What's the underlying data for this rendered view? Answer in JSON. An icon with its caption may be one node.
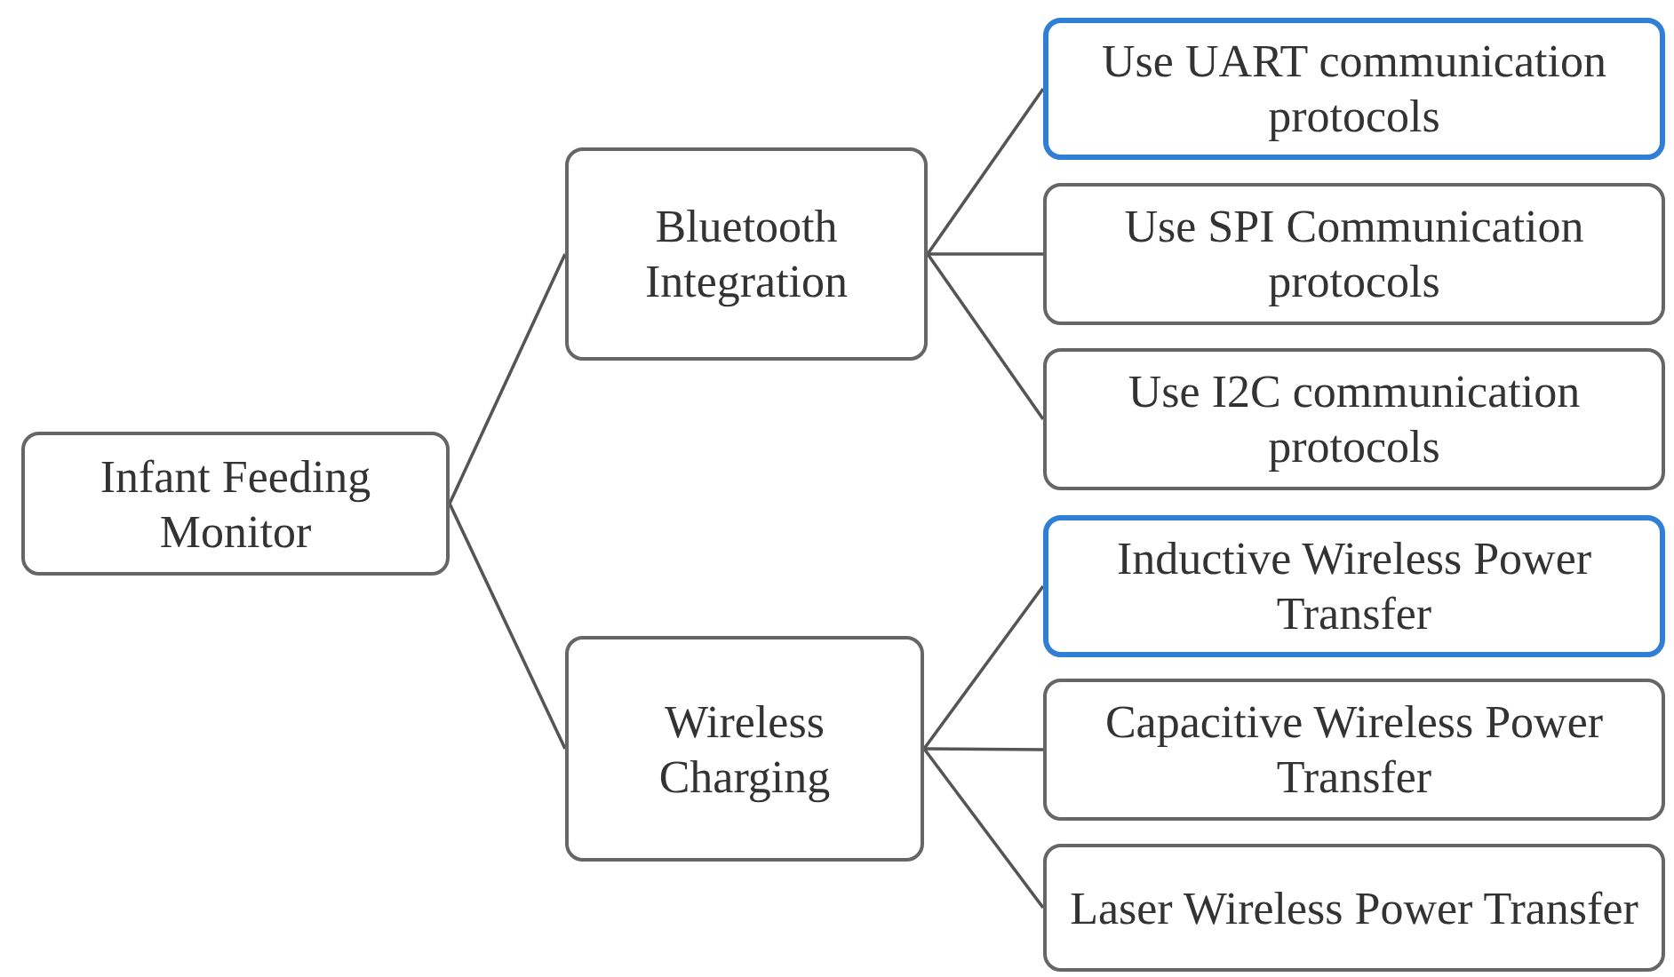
{
  "diagram": {
    "nodes": [
      {
        "text": [
          "Infant Feeding Monitor"
        ]
      },
      {
        "text": [
          "Bluetooth Integration"
        ]
      },
      {
        "text": [
          "Use UART communication protocols"
        ]
      },
      {
        "text": [
          "Use SPI Communication protocols"
        ]
      },
      {
        "text": [
          "Use I2C communication protocols"
        ]
      },
      {
        "text": [
          "Wireless Charging"
        ]
      },
      {
        "text": [
          "Inductive Wireless Power Transfer"
        ]
      },
      {
        "text": [
          "Capacitive Wireless Power Transfer"
        ]
      },
      {
        "text": [
          "Laser Wireless Power Transfer"
        ]
      }
    ],
    "edges": [
      {
        "from": 0,
        "to": 1,
        "arrow": "none"
      },
      {
        "from": 0,
        "to": 5,
        "arrow": "none"
      },
      {
        "from": 1,
        "to": 2,
        "arrow": "none"
      },
      {
        "from": 1,
        "to": 3,
        "arrow": "none"
      },
      {
        "from": 1,
        "to": 4,
        "arrow": "none"
      },
      {
        "from": 5,
        "to": 6,
        "arrow": "none"
      },
      {
        "from": 5,
        "to": 7,
        "arrow": "none"
      },
      {
        "from": 5,
        "to": 8,
        "arrow": "none"
      }
    ]
  }
}
